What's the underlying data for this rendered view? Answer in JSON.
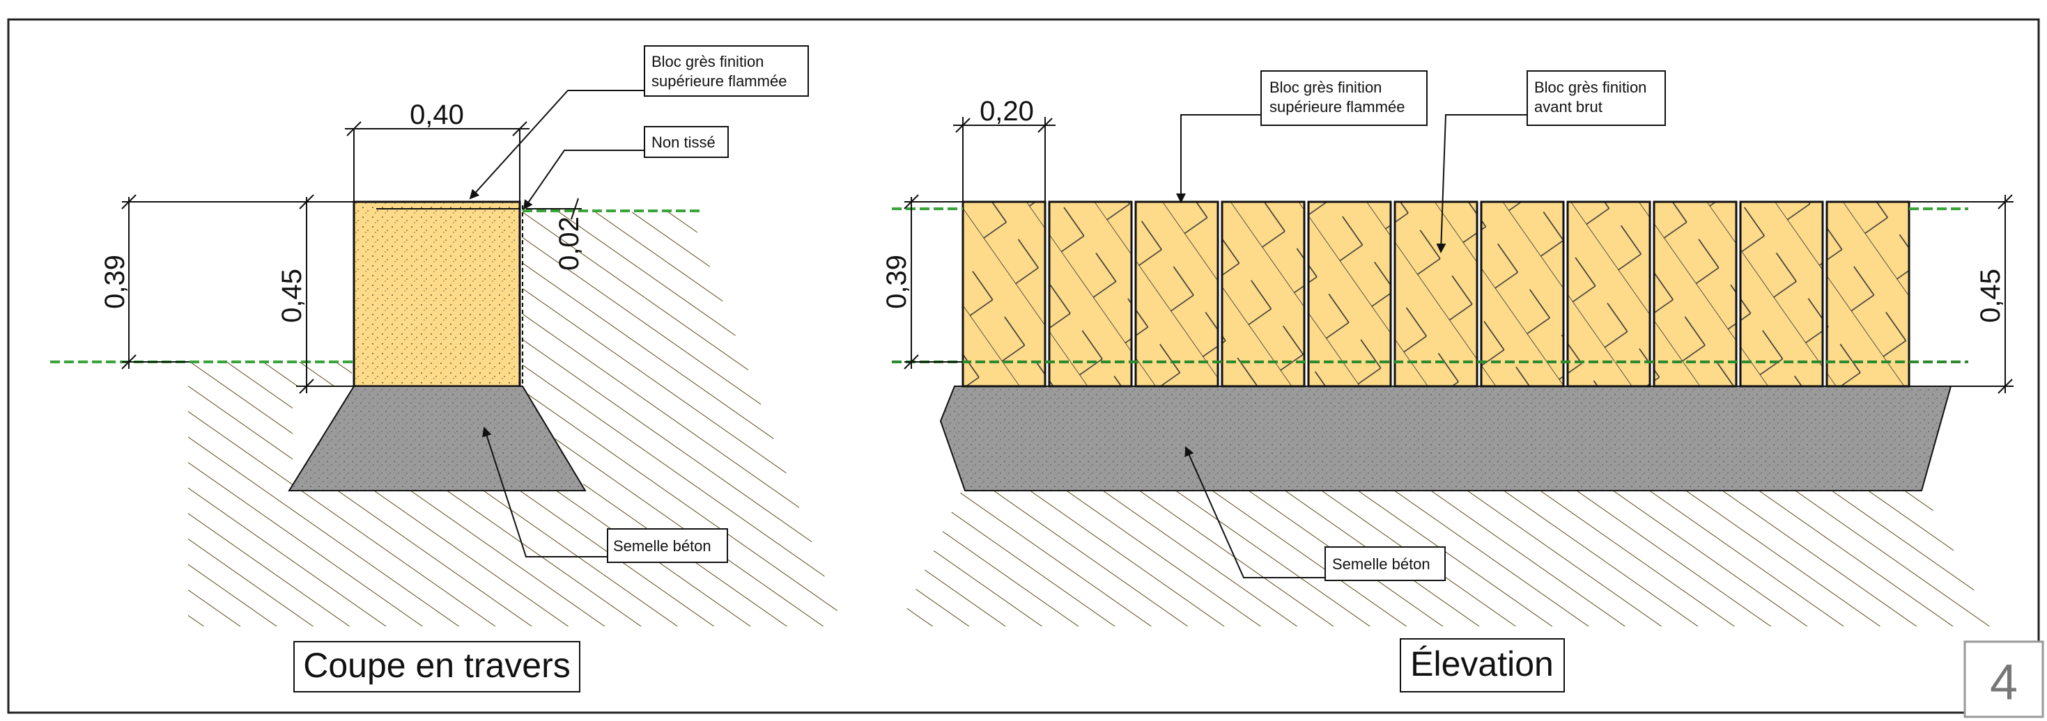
{
  "section_view": {
    "title": "Coupe en travers",
    "dim_width": "0,40",
    "dim_height_ground": "0,39",
    "dim_height_total": "0,45",
    "dim_geotextile": "0,02",
    "label_block_top": [
      "Bloc grès finition",
      "supérieure flammée"
    ],
    "label_geotextile": "Non tissé",
    "label_footing": "Semelle béton"
  },
  "elevation_view": {
    "title": "Élevation",
    "dim_block_width": "0,20",
    "dim_height_ground": "0,39",
    "dim_height_total": "0,45",
    "label_block_top": [
      "Bloc grès finition",
      "supérieure flammée"
    ],
    "label_block_front": [
      "Bloc grès finition",
      "avant brut"
    ],
    "label_footing": "Semelle béton"
  },
  "sheet": {
    "number": "4"
  },
  "colors": {
    "stone": "#fddb8a",
    "concrete": "#9b9b9b",
    "grass": "#3aa33a",
    "line": "#111111"
  }
}
